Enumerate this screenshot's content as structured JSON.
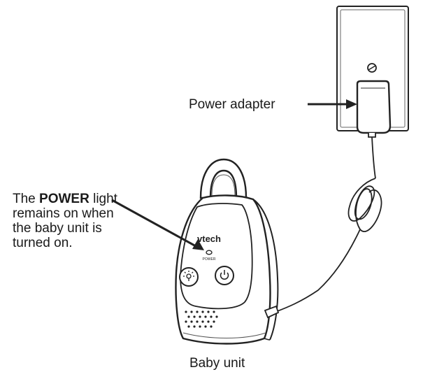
{
  "labels": {
    "power_adapter": "Power adapter",
    "baby_unit": "Baby unit",
    "power_note_prefix": "The ",
    "power_note_bold": "POWER",
    "power_note_rest": "light remains on when the baby unit is turned on."
  },
  "device": {
    "brand": "vtech",
    "led_label": "POWER"
  },
  "icons": [
    "outlet-screw-icon",
    "light-bulb-icon",
    "power-icon",
    "speaker-grille-icon"
  ]
}
